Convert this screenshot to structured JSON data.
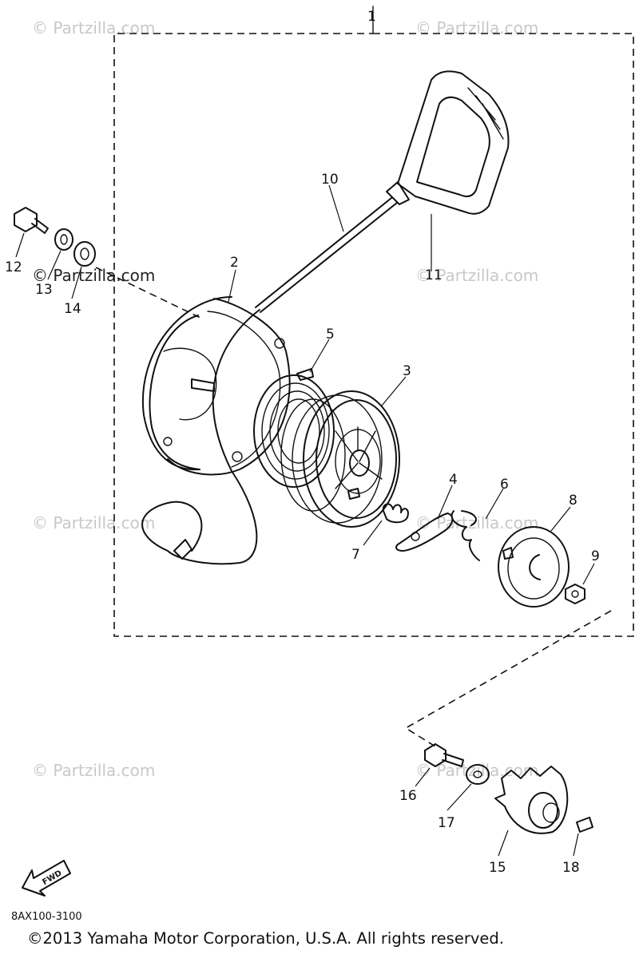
{
  "diagram": {
    "watermark_text": "© Partzilla.com",
    "callouts": {
      "p1": "1",
      "p2": "2",
      "p3": "3",
      "p4": "4",
      "p5": "5",
      "p6": "6",
      "p7": "7",
      "p8": "8",
      "p9": "9",
      "p10": "10",
      "p11": "11",
      "p12": "12",
      "p13": "13",
      "p14": "14",
      "p15": "15",
      "p16": "16",
      "p17": "17",
      "p18": "18"
    },
    "fwd_label": "FWD",
    "diagram_code": "8AX100-3100",
    "copyright": "©2013  Yamaha Motor Corporation, U.S.A. All rights reserved."
  }
}
